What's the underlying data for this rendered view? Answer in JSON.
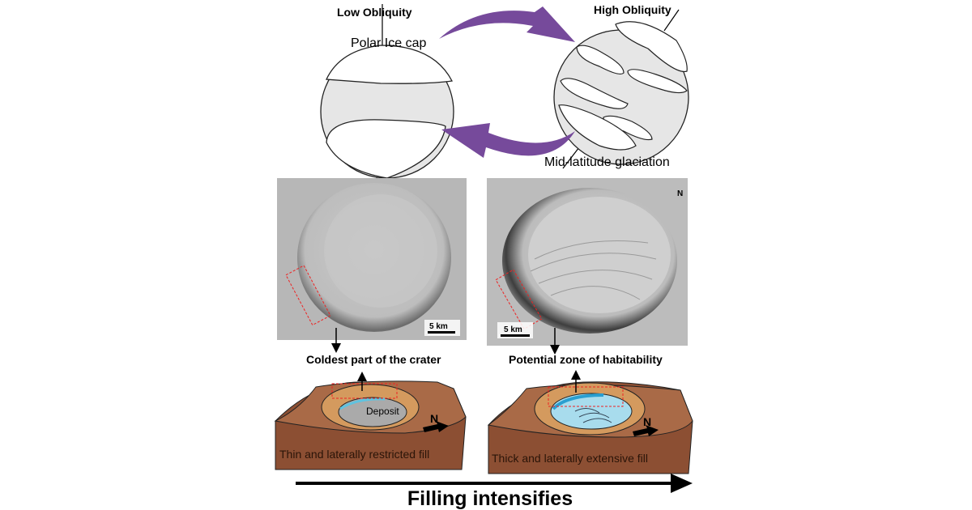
{
  "globes": {
    "low_label": "Low Obliquity",
    "polar_label": "Polar Ice cap",
    "high_label": "High Obliquity",
    "midlat_label": "Mid-latitude glaciation"
  },
  "images": {
    "left_scale": "5 km",
    "right_scale": "5 km",
    "north": "N"
  },
  "captions": {
    "left": "Coldest part of the crater",
    "right": "Potential zone of habitability"
  },
  "blocks": {
    "deposit": "Deposit",
    "left_fill": "Thin and laterally restricted fill",
    "right_fill": "Thick and laterally extensive fill",
    "north_left": "N",
    "north_right": "N"
  },
  "footer": {
    "label": "Filling intensifies"
  },
  "colors": {
    "arrow": "#764a9b",
    "soil": "#a0603f",
    "rim": "#d49a5e",
    "ice": "#a8dced"
  }
}
